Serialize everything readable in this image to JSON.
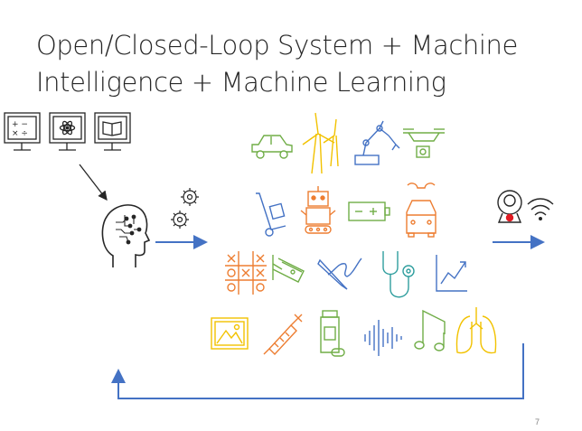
{
  "slide": {
    "title_line1": "Open/Closed-Loop System + Machine",
    "title_line2": "Intelligence + Machine Learning",
    "page_number": "7"
  },
  "colors": {
    "green": "#70ad47",
    "yellow": "#f2c200",
    "blue": "#4472c4",
    "orange": "#ed7d31",
    "teal": "#2f9e9e",
    "arrow_blue": "#4472c4",
    "dark": "#262626",
    "red": "#e11b22"
  },
  "icons": {
    "inputs": [
      "calculator-monitor-icon",
      "atom-monitor-icon",
      "book-monitor-icon"
    ],
    "brain": "brain-circuit-icon",
    "gears": "gears-icon",
    "application_rows": [
      [
        "car-icon",
        "wind-turbine-icon",
        "robot-arm-icon",
        "drone-icon"
      ],
      [
        "hand-truck-icon",
        "robot-icon",
        "battery-icon",
        "car-front-icon"
      ],
      [
        "tic-tac-toe-icon",
        "security-camera-icon",
        "pen-signature-icon",
        "stethoscope-icon",
        "line-chart-icon"
      ],
      [
        "image-icon",
        "syringe-icon",
        "pill-bottle-icon",
        "sound-wave-icon",
        "music-note-icon",
        "lungs-icon"
      ]
    ],
    "output": [
      "webcam-icon",
      "wifi-signal-icon"
    ]
  }
}
